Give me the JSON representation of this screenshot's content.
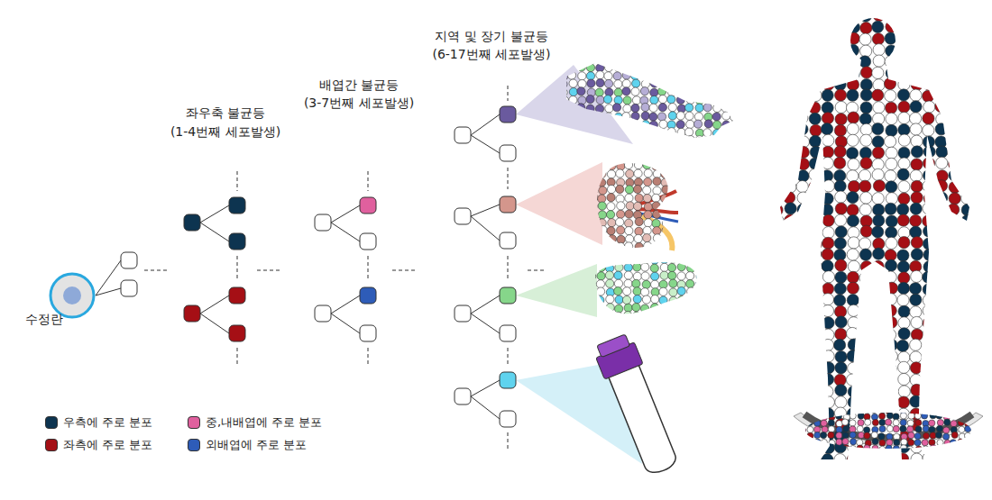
{
  "diagram": {
    "nodes": [
      {
        "text": [
          "수정란"
        ]
      }
    ],
    "labels": [
      "좌우축 불균등",
      "(1-4번째 세포발생)",
      "배엽간 불균등",
      "(3-7번째 세포발생)",
      "지역 및 장기 불균등",
      "(6-17번째 세포발생)"
    ],
    "legend": [
      {
        "text": "우측에 주로 분포",
        "color": "#0d3450"
      },
      {
        "text": "좌측에 주로 분포",
        "color": "#a50f15"
      },
      {
        "text": "중,내배엽에 주로 분포",
        "color": "#e0609e"
      },
      {
        "text": "외배엽에 주로 분포",
        "color": "#2e5cb8"
      }
    ]
  }
}
